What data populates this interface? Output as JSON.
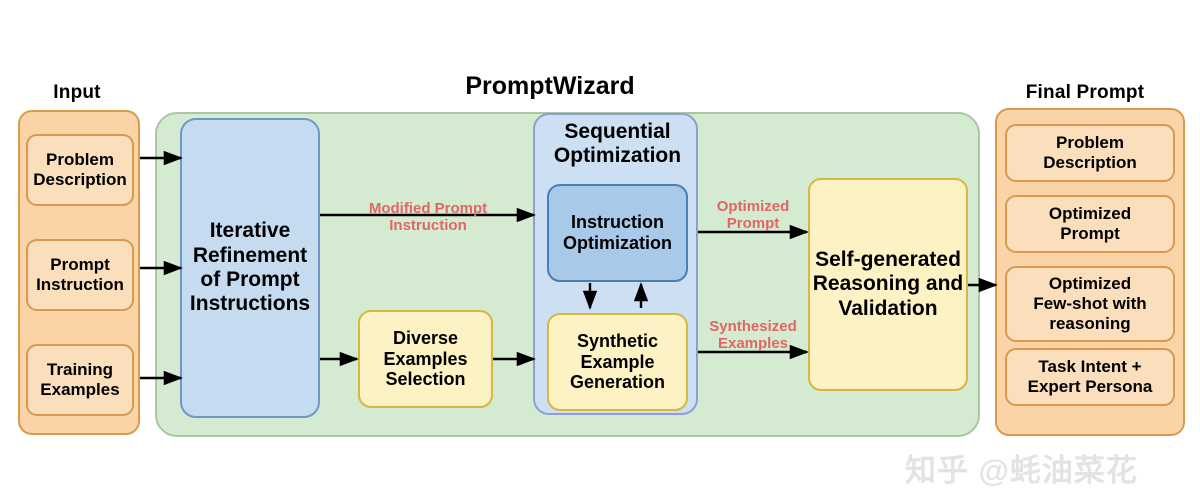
{
  "diagram": {
    "title": "PromptWizard",
    "watermark": "知乎 @蚝油菜花"
  },
  "input_panel": {
    "heading": "Input",
    "items": [
      {
        "label": "Problem\nDescription"
      },
      {
        "label": "Prompt\nInstruction"
      },
      {
        "label": "Training\nExamples"
      }
    ]
  },
  "pipeline": {
    "refinement_box": "Iterative\nRefinement\nof Prompt\nInstructions",
    "diverse_examples_box": "Diverse\nExamples\nSelection",
    "sequential_optimization": {
      "title": "Sequential\nOptimization",
      "instruction_optimization": "Instruction\nOptimization",
      "synthetic_example_generation": "Synthetic\nExample\nGeneration"
    },
    "self_generated_box": "Self-generated\nReasoning and\nValidation"
  },
  "edge_labels": {
    "modified_prompt_instruction": "Modified Prompt\nInstruction",
    "optimized_prompt": "Optimized\nPrompt",
    "synthesized_examples": "Synthesized\nExamples"
  },
  "final_panel": {
    "heading": "Final Prompt",
    "items": [
      {
        "label": "Problem\nDescription"
      },
      {
        "label": "Optimized\nPrompt"
      },
      {
        "label": "Optimized\nFew-shot with\nreasoning"
      },
      {
        "label": "Task Intent +\nExpert Persona"
      }
    ]
  },
  "colors": {
    "input_panel_bg": "#fad3a6",
    "input_node_bg": "#fbdfbd",
    "input_border": "#d99a4e",
    "green_bg": "#d5ebd1",
    "green_border": "#a9c7a3",
    "light_blue_bg": "#c5dcf0",
    "light_blue_border": "#6f96c4",
    "seq_bg": "#ccdff3",
    "seq_border": "#8f9fd4",
    "dark_blue_bg": "#a9c9e8",
    "dark_blue_border": "#4a7fb5",
    "yellow_bg": "#fdf2c4",
    "yellow_border": "#d6b83f",
    "edge_label_red": "#e06666",
    "arrow_black": "#000000",
    "watermark_gray": "#e3e3e3"
  }
}
